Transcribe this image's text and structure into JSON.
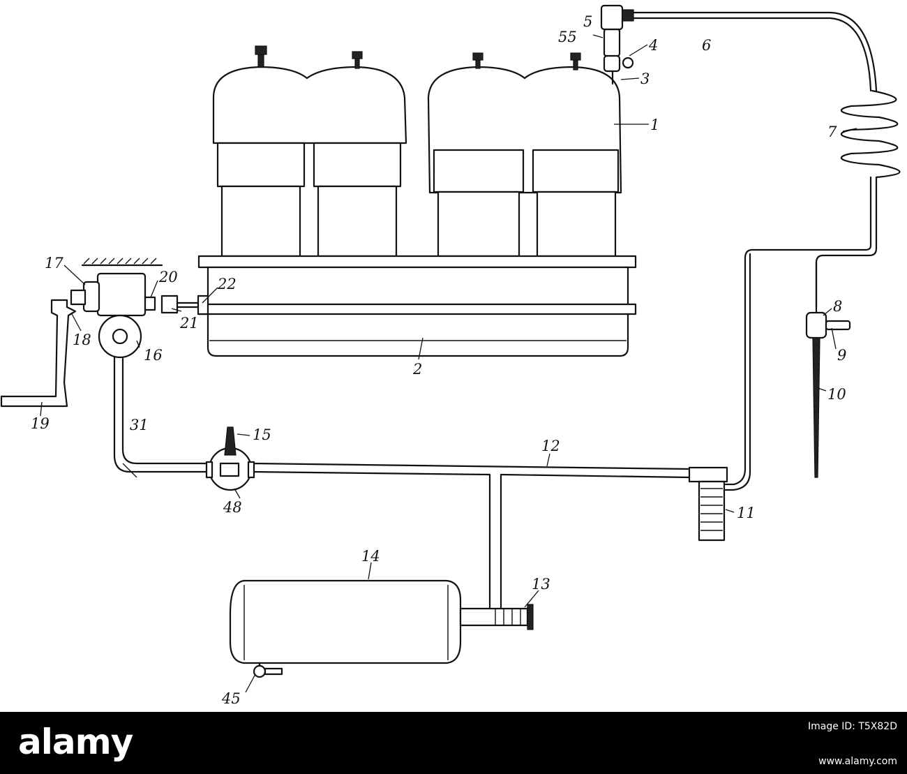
{
  "labels": {
    "l1": "1",
    "l2": "2",
    "l3": "3",
    "l4": "4",
    "l5": "5",
    "l55": "55",
    "l6": "6",
    "l7": "7",
    "l8": "8",
    "l9": "9",
    "l10": "10",
    "l11": "11",
    "l12": "12",
    "l13": "13",
    "l14": "14",
    "l15": "15",
    "l16": "16",
    "l17": "17",
    "l18": "18",
    "l19": "19",
    "l20": "20",
    "l21": "21",
    "l22": "22",
    "l31": "31",
    "l45": "45",
    "l48": "48"
  },
  "footer": {
    "brand": "alamy",
    "image_id_line1": "Image ID: T5X82D",
    "url": "www.alamy.com"
  }
}
